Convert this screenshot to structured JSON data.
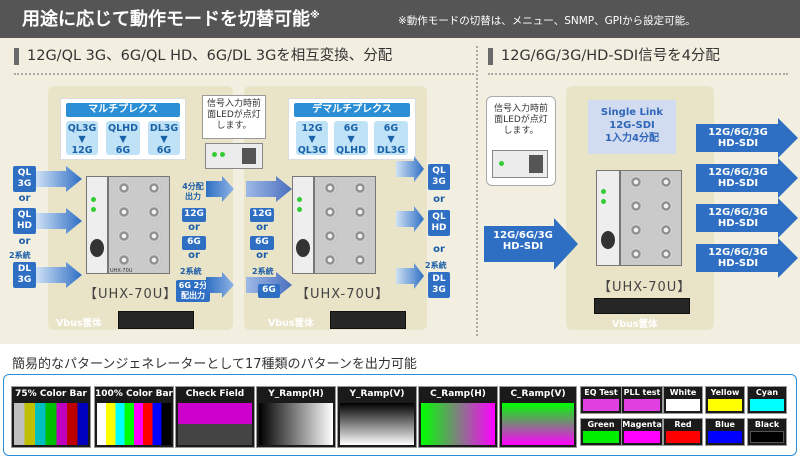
{
  "header": {
    "title": "用途に応じて動作モードを切替可能",
    "title_mark": "※",
    "note": "※動作モードの切替は、メニュー、SNMP、GPIから設定可能。"
  },
  "left": {
    "heading": "12G/QL 3G、6G/QL HD、6G/DL 3Gを相互変換、分配",
    "mux": {
      "title": "マルチプレクス",
      "from": [
        "QL3G",
        "QLHD",
        "DL3G"
      ],
      "to": [
        "12G",
        "6G",
        "6G"
      ]
    },
    "demux": {
      "title": "デマルチプレクス",
      "from": [
        "12G",
        "6G",
        "6G"
      ],
      "to": [
        "QL3G",
        "QLHD",
        "DL3G"
      ]
    },
    "led_note": "信号入力時前面LEDが点灯します。",
    "inputs": [
      "QL 3G",
      "or",
      "QL HD",
      "or",
      "2系統",
      "DL 3G"
    ],
    "split4": "4分配出力",
    "outs1": [
      "12G",
      "or",
      "6G",
      "or",
      "2系統",
      "6G 2分配出力"
    ],
    "ins2": [
      "12G",
      "or",
      "6G",
      "or",
      "2系統",
      "6G"
    ],
    "outputs": [
      "QL 3G",
      "or",
      "QL HD",
      "or",
      "2系統",
      "DL 3G"
    ],
    "model": "【UHX-70U】",
    "vbus": "Vbus筐体",
    "board_lbl": "UHX-70U"
  },
  "right": {
    "heading": "12G/6G/3G/HD-SDI信号を4分配",
    "led_note": "信号入力時前面LEDが点灯します。",
    "mode": [
      "Single Link",
      "12G-SDI",
      "1入力4分配"
    ],
    "input": [
      "12G/6G/3G",
      "HD-SDI"
    ],
    "outputs": [
      [
        "12G/6G/3G",
        "HD-SDI"
      ],
      [
        "12G/6G/3G",
        "HD-SDI"
      ],
      [
        "12G/6G/3G",
        "HD-SDI"
      ],
      [
        "12G/6G/3G",
        "HD-SDI"
      ]
    ],
    "model": "【UHX-70U】",
    "vbus": "Vbus筐体"
  },
  "patterns": {
    "title": "簡易的なパターンジェネレーターとして17種類のパターンを出力可能",
    "large": [
      "75% Color Bar",
      "100% Color Bar",
      "Check Field",
      "Y_Ramp(H)",
      "Y_Ramp(V)",
      "C_Ramp(H)",
      "C_Ramp(V)"
    ],
    "small": [
      "EQ Test",
      "PLL test",
      "White",
      "Yellow",
      "Cyan",
      "Green",
      "Magenta",
      "Red",
      "Blue",
      "Black"
    ],
    "colors": {
      "white": "#ffffff",
      "yellow": "#ffff00",
      "cyan": "#00ffff",
      "green": "#00ee00",
      "magenta": "#ff00ff",
      "red": "#ff0000",
      "blue": "#0000ff",
      "black": "#000000"
    }
  }
}
